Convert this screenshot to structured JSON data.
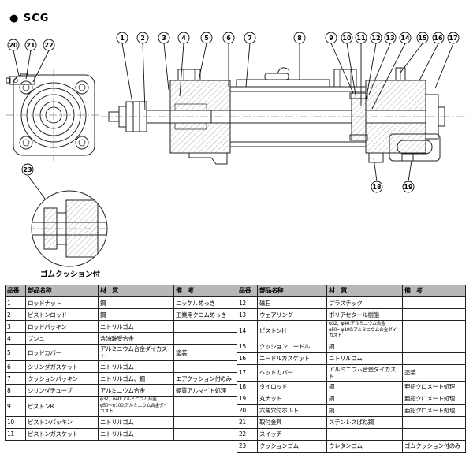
{
  "page": {
    "bullet": "●",
    "title": "SCG"
  },
  "drawing": {
    "balloons": [
      "1",
      "2",
      "3",
      "4",
      "5",
      "6",
      "7",
      "8",
      "9",
      "10",
      "11",
      "12",
      "13",
      "14",
      "15",
      "16",
      "17",
      "18",
      "19",
      "20",
      "21",
      "22",
      "23"
    ],
    "detail_caption": "ゴムクッション付"
  },
  "parts_table": {
    "headers": [
      "品番",
      "部品名称",
      "材　質",
      "備　考"
    ],
    "left_rows": [
      [
        "1",
        "ロッドナット",
        "鋼",
        "ニッケルめっき"
      ],
      [
        "2",
        "ピストンロッド",
        "鋼",
        "工業用クロムめっき"
      ],
      [
        "3",
        "ロッドパッキン",
        "ニトリルゴム",
        ""
      ],
      [
        "4",
        "ブシュ",
        "含油軸受合金",
        ""
      ],
      [
        "5",
        "ロッドカバー",
        "アルミニウム合金ダイカスト",
        "塗装"
      ],
      [
        "6",
        "シリンダガスケット",
        "ニトリルゴム",
        ""
      ],
      [
        "7",
        "クッションパッキン",
        "ニトリルゴム、鋼",
        "エアクッション付のみ"
      ],
      [
        "8",
        "シリンダチューブ",
        "アルミニウム合金",
        "硬質アルマイト処理"
      ],
      [
        "9",
        "ピストンR",
        "φ32、φ40:アルミニウム合金\nφ50〜φ100:アルミニウム合金ダイカスト",
        ""
      ],
      [
        "10",
        "ピストンパッキン",
        "ニトリルゴム",
        ""
      ],
      [
        "11",
        "ピストンガスケット",
        "ニトリルゴム",
        ""
      ]
    ],
    "right_rows": [
      [
        "12",
        "磁石",
        "プラスチック",
        ""
      ],
      [
        "13",
        "ウェアリング",
        "ポリアセタール樹脂",
        ""
      ],
      [
        "14",
        "ピストンH",
        "φ32、φ40:アルミニウム合金\nφ50〜φ100:アルミニウム合金ダイカスト",
        ""
      ],
      [
        "15",
        "クッションニードル",
        "鋼",
        ""
      ],
      [
        "16",
        "ニードルガスケット",
        "ニトリルゴム",
        ""
      ],
      [
        "17",
        "ヘッドカバー",
        "アルミニウム合金ダイカスト",
        "塗装"
      ],
      [
        "18",
        "タイロッド",
        "鋼",
        "亜鉛クロメート処理"
      ],
      [
        "19",
        "丸ナット",
        "鋼",
        "亜鉛クロメート処理"
      ],
      [
        "20",
        "六角穴付ボルト",
        "鋼",
        "亜鉛クロメート処理"
      ],
      [
        "21",
        "取付金具",
        "ステンレスばね鋼",
        ""
      ],
      [
        "22",
        "スイッチ",
        "",
        ""
      ],
      [
        "23",
        "クッションゴム",
        "ウレタンゴム",
        "ゴムクッション付のみ"
      ]
    ]
  }
}
